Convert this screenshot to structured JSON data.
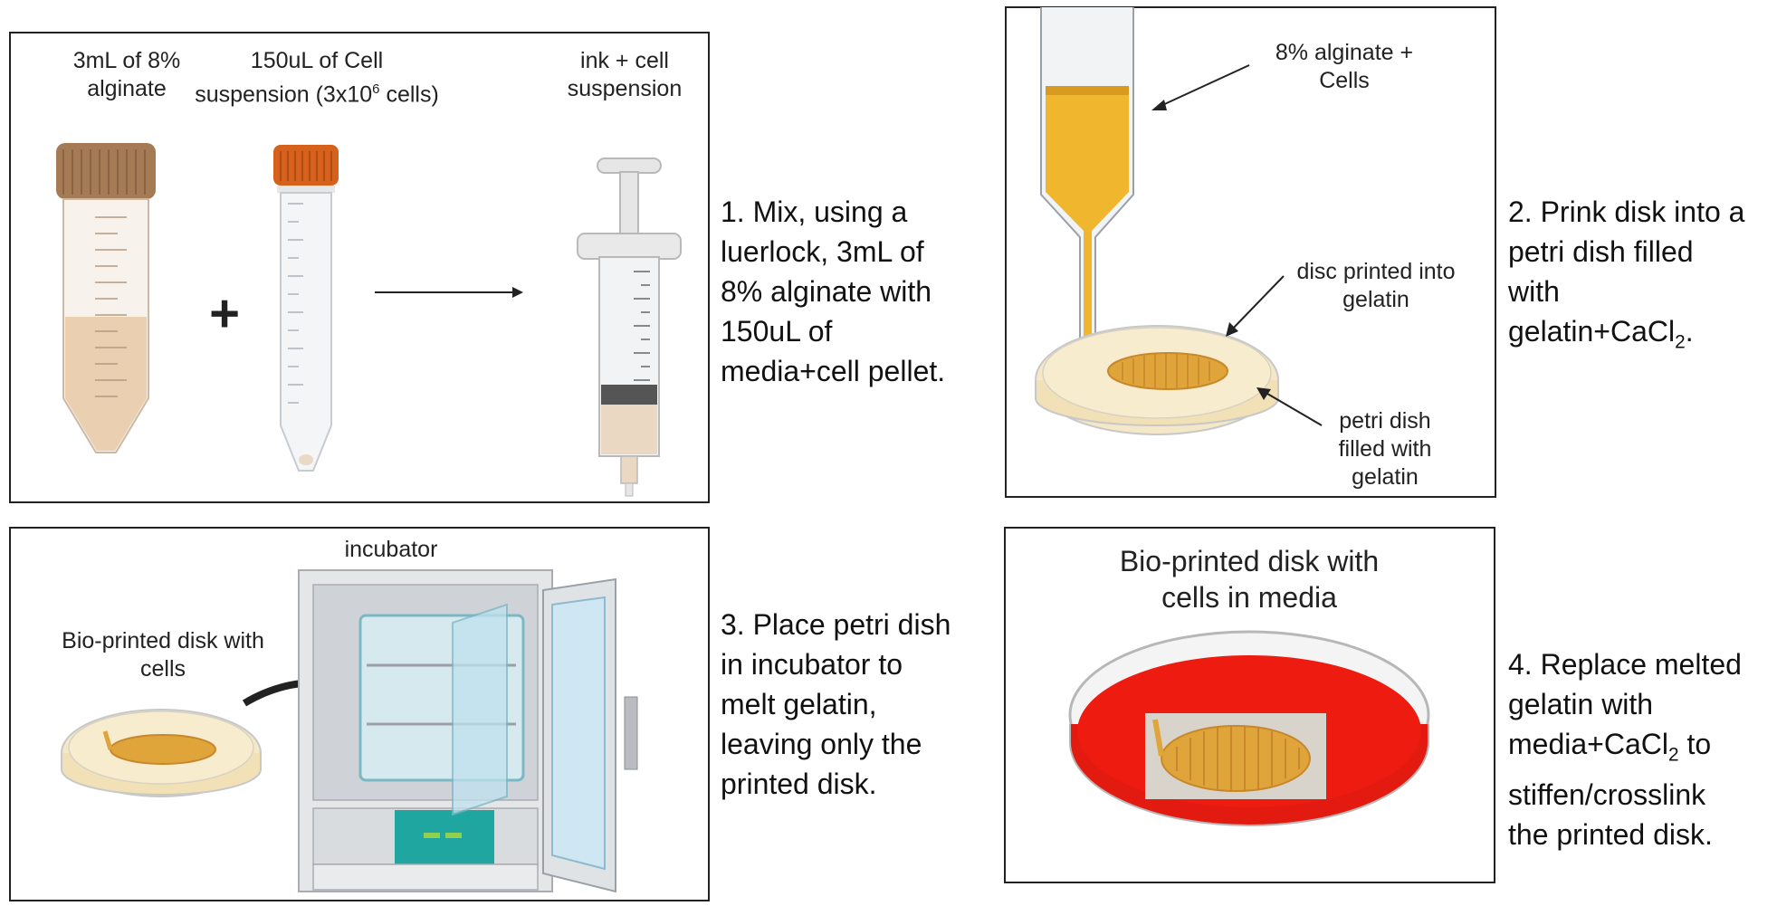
{
  "panel1": {
    "label_alginate_1": "3mL of 8%",
    "label_alginate_2": "alginate",
    "label_cells_1": "150uL of Cell",
    "label_cells_2a": "suspension (3x10",
    "label_cells_2sup": "6",
    "label_cells_2b": " cells)",
    "label_ink_1": "ink + cell",
    "label_ink_2": "suspension",
    "plus": "+"
  },
  "step1": {
    "lines": [
      "1. Mix, using a",
      "luerlock, 3mL of",
      "8% alginate with",
      "150uL of",
      "media+cell pellet."
    ]
  },
  "panel2": {
    "label_alg_1": "8% alginate +",
    "label_alg_2": "Cells",
    "label_disc_1": "disc printed into",
    "label_disc_2": "gelatin",
    "label_dish_1": "petri dish",
    "label_dish_2": "filled with",
    "label_dish_3": "gelatin"
  },
  "step2": {
    "line1": "2. Prink disk into a",
    "line2": "petri dish filled",
    "line3": "with",
    "line4a": "gelatin+CaCl",
    "line4sub": "2",
    "line4b": "."
  },
  "panel3": {
    "incubator": "incubator",
    "disk_1": "Bio-printed disk with",
    "disk_2": "cells"
  },
  "step3": {
    "lines": [
      "3. Place petri dish",
      "in incubator to",
      "melt gelatin,",
      "leaving only the",
      "printed disk."
    ]
  },
  "panel4": {
    "title_1": "Bio-printed disk with",
    "title_2": "cells in media"
  },
  "step4": {
    "line1": "4. Replace melted",
    "line2": "gelatin with",
    "line3a": "media+CaCl",
    "line3sub": "2",
    "line3b": " to",
    "line4": "stiffen/crosslink",
    "line5": "the printed disk."
  },
  "colors": {
    "tube_cap_brown": "#a57b55",
    "tube_cap_orange": "#d5611c",
    "alginate_fill": "#e9c9a7",
    "gelatin": "#f5e8c8",
    "printed_disk": "#e0a53a",
    "media_red": "#ee1b10",
    "incubator_teal": "#1fa6a0"
  }
}
